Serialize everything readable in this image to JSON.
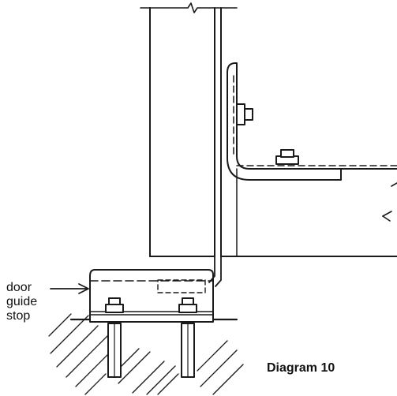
{
  "diagram": {
    "title": "Diagram 10",
    "callout_lines": [
      "door",
      "guide",
      "stop"
    ]
  },
  "colors": {
    "ink": "#1a1a1a",
    "background": "#ffffff"
  }
}
